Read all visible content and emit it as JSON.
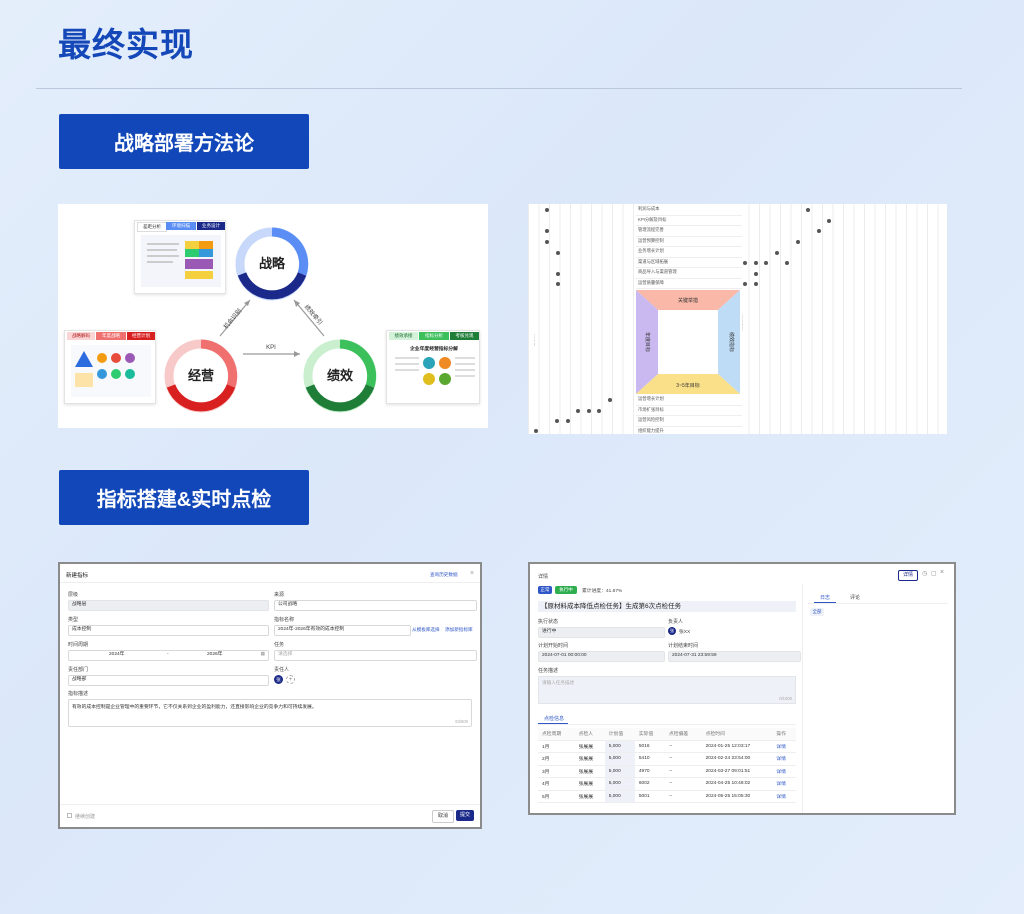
{
  "page": {
    "title": "最终实现",
    "section1": "战略部署方法论",
    "section2": "指标搭建&实时点检"
  },
  "cycle": {
    "strategy": "战略",
    "operation": "经营",
    "performance": "绩效",
    "left_arrow": "机会识别",
    "right_arrow": "绩效牵引",
    "bottom_arrow": "KPI",
    "card_top_tags": [
      "差距分析",
      "环境扫描",
      "业务设计"
    ],
    "card_left_tags": [
      "战略解码",
      "年度战略",
      "经营计划"
    ],
    "card_right_tags": [
      "绩效承接",
      "指标分析",
      "考核兑现"
    ],
    "card_right_title": "企业年度经营指标分解"
  },
  "matrix": {
    "top_rows": [
      "利润与成本",
      "KPI分解及目标",
      "管理流程完善",
      "运营预算控制",
      "业务增长计划",
      "渠道与区域拓展",
      "商品导入与渠道管理",
      "运营质量保障"
    ],
    "bottom_rows": [
      "运营增长计划",
      "市场扩张目标",
      "运营风险控制",
      "组织能力提升"
    ],
    "top_label": "关键举措",
    "left_label": "年度目标",
    "right_label": "绩效指标",
    "bottom_label": "3~5年目标"
  },
  "form_new": {
    "title": "新建指标",
    "top_link": "查询历史数据",
    "level_label": "层级",
    "level_value": "战略层",
    "source_label": "来源",
    "source_value": "公司战略",
    "type_label": "类型",
    "type_value": "成本控制",
    "name_label": "指标名称",
    "name_value": "2024年-2026年有效的成本控制",
    "link_upload": "从模板库选择",
    "link_add": "添加新指标库",
    "period_label": "时间周期",
    "period_from": "2024年",
    "period_sep": "-",
    "period_to": "2026年",
    "task_label": "任务",
    "task_placeholder": "请选择",
    "dept_label": "责任部门",
    "dept_value": "战略部",
    "owner_label": "责任人",
    "owner_initial": "张",
    "desc_label": "指标描述",
    "desc_value": "有效的成本控制是企业管理中的重要环节，它不仅关系到企业的盈利能力，还直接影响企业的竞争力和可持续发展。",
    "desc_count": "63/500",
    "check_label": "继续创建",
    "cancel": "取消",
    "submit": "提交"
  },
  "detail": {
    "header": "详情",
    "edit_btn": "详情",
    "badge1": "正常",
    "badge2": "执行中",
    "progress": "累计进度：41.67%",
    "task_title": "【原材料成本降低点检任务】生成第6次点检任务",
    "status_label": "执行状态",
    "status_value": "进行中",
    "owner_label": "负责人",
    "owner_initial": "张",
    "owner_name": "张XX",
    "start_label": "计划开始时间",
    "start_value": "2024-07-01 00:00:00",
    "end_label": "计划结束时间",
    "end_value": "2024-07-31 23:59:59",
    "desc_label": "任务描述",
    "desc_placeholder": "请输入任务描述",
    "desc_count": "0/1000",
    "tab_active": "点检信息",
    "right_tab1": "日志",
    "right_tab2": "评论",
    "right_all": "全部",
    "columns": [
      "点检周期",
      "点检人",
      "计划值",
      "实际值",
      "点检偏差",
      "点检时间",
      "操作"
    ],
    "rows": [
      [
        "1月",
        "张展展",
        "5,000",
        "5016",
        "--",
        "2024-01-25 12:03:17",
        "详情"
      ],
      [
        "2月",
        "张展展",
        "5,000",
        "5410",
        "--",
        "2024-02-24 23:54:00",
        "详情"
      ],
      [
        "3月",
        "张展展",
        "5,000",
        "4970",
        "--",
        "2024-03-27 09:01:51",
        "详情"
      ],
      [
        "4月",
        "张展展",
        "5,000",
        "6002",
        "--",
        "2024-04-25 10:48:02",
        "详情"
      ],
      [
        "5月",
        "张展展",
        "5,000",
        "5001",
        "--",
        "2024-05-25 15:05:30",
        "详情"
      ]
    ]
  },
  "colors": {
    "brand": "#1147b8",
    "strategy": "#5a8ef5",
    "operation": "#e33a3a",
    "performance": "#2fae4f"
  }
}
